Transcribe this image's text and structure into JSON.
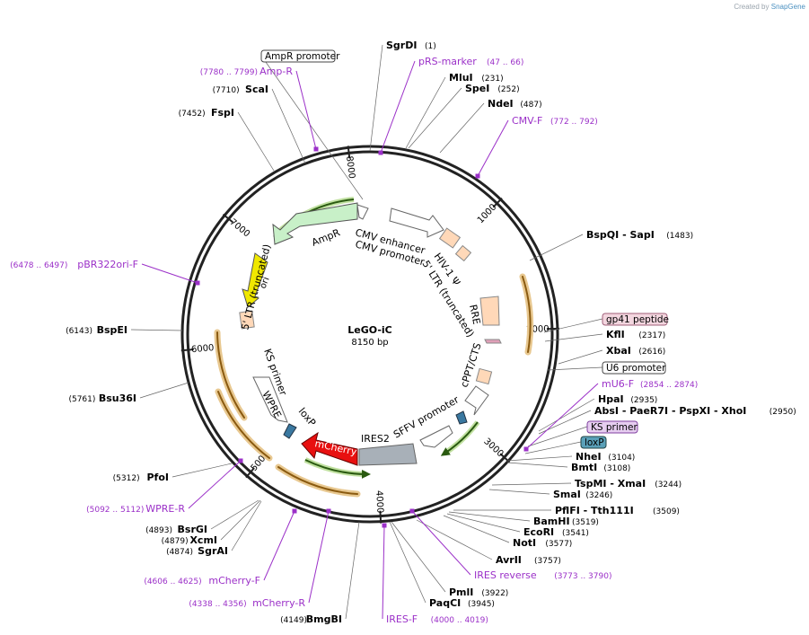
{
  "credit": {
    "prefix": "Created by",
    "brand": "SnapGene"
  },
  "plasmid": {
    "name": "LeGO-iC",
    "size_label": "8150 bp",
    "length": 8150
  },
  "ticks": [
    "1000",
    "2000",
    "3000",
    "4000",
    "5000",
    "6000",
    "7000",
    "8000"
  ],
  "sites": [
    {
      "name": "SgrDI",
      "pos": "(1)"
    },
    {
      "name": "MluI",
      "pos": "(231)"
    },
    {
      "name": "SpeI",
      "pos": "(252)"
    },
    {
      "name": "NdeI",
      "pos": "(487)"
    },
    {
      "name": "BspQI - SapI",
      "pos": "(1483)"
    },
    {
      "name": "KflI",
      "pos": "(2317)"
    },
    {
      "name": "XbaI",
      "pos": "(2616)"
    },
    {
      "name": "HpaI",
      "pos": "(2935)"
    },
    {
      "name": "AbsI - PaeR7I - PspXI - XhoI",
      "pos": "(2950)"
    },
    {
      "name": "NheI",
      "pos": "(3104)"
    },
    {
      "name": "BmtI",
      "pos": "(3108)"
    },
    {
      "name": "TspMI - XmaI",
      "pos": "(3244)"
    },
    {
      "name": "SmaI",
      "pos": "(3246)"
    },
    {
      "name": "PflFI - Tth111I",
      "pos": "(3509)"
    },
    {
      "name": "BamHI",
      "pos": "(3519)"
    },
    {
      "name": "EcoRI",
      "pos": "(3541)"
    },
    {
      "name": "NotI",
      "pos": "(3577)"
    },
    {
      "name": "AvrII",
      "pos": "(3757)"
    },
    {
      "name": "PmlI",
      "pos": "(3922)"
    },
    {
      "name": "PaqCI",
      "pos": "(3945)"
    },
    {
      "name": "BmgBI",
      "pos": "(4149)"
    },
    {
      "name": "SgrAI",
      "pos": "(4874)"
    },
    {
      "name": "XcmI",
      "pos": "(4879)"
    },
    {
      "name": "BsrGI",
      "pos": "(4893)"
    },
    {
      "name": "PfoI",
      "pos": "(5312)"
    },
    {
      "name": "Bsu36I",
      "pos": "(5761)"
    },
    {
      "name": "BspEI",
      "pos": "(6143)"
    },
    {
      "name": "FspI",
      "pos": "(7452)"
    },
    {
      "name": "ScaI",
      "pos": "(7710)"
    }
  ],
  "primers": [
    {
      "name": "pRS-marker",
      "range": "(47 .. 66)"
    },
    {
      "name": "CMV-F",
      "range": "(772 .. 792)"
    },
    {
      "name": "mU6-F",
      "range": "(2854 .. 2874)"
    },
    {
      "name": "IRES reverse",
      "range": "(3773 .. 3790)"
    },
    {
      "name": "IRES-F",
      "range": "(4000 .. 4019)"
    },
    {
      "name": "mCherry-R",
      "range": "(4338 .. 4356)"
    },
    {
      "name": "mCherry-F",
      "range": "(4606 .. 4625)"
    },
    {
      "name": "WPRE-R",
      "range": "(5092 .. 5112)"
    },
    {
      "name": "pBR322ori-F",
      "range": "(6478 .. 6497)"
    },
    {
      "name": "Amp-R",
      "range": "(7780 .. 7799)"
    }
  ],
  "boxed_features": [
    {
      "name": "AmpR promoter"
    },
    {
      "name": "gp41 peptide"
    },
    {
      "name": "U6 promoter"
    },
    {
      "name": "KS primer"
    },
    {
      "name": "loxP"
    }
  ],
  "features": [
    {
      "name": "CMV enhancer"
    },
    {
      "name": "CMV promoter"
    },
    {
      "name": "HIV-1 Ψ"
    },
    {
      "name": "5' LTR (truncated)"
    },
    {
      "name": "RRE"
    },
    {
      "name": "cPPT/CTS"
    },
    {
      "name": "SFFV promoter"
    },
    {
      "name": "IRES2"
    },
    {
      "name": "mCherry"
    },
    {
      "name": "loxP"
    },
    {
      "name": "WPRE"
    },
    {
      "name": "KS primer"
    },
    {
      "name": "5' LTR (truncated)"
    },
    {
      "name": "ori"
    },
    {
      "name": "AmpR"
    }
  ],
  "colors": {
    "primer": "#9b30c8",
    "ampr": "#c8f0c8",
    "ori": "#f0e800",
    "mcherry": "#e81010",
    "ires": "#a8b0b8",
    "ltr": "#ffd8b8",
    "orf_arc": "#f0a020",
    "green_arc": "#5aa02a",
    "loxp": "#3a78a0"
  }
}
